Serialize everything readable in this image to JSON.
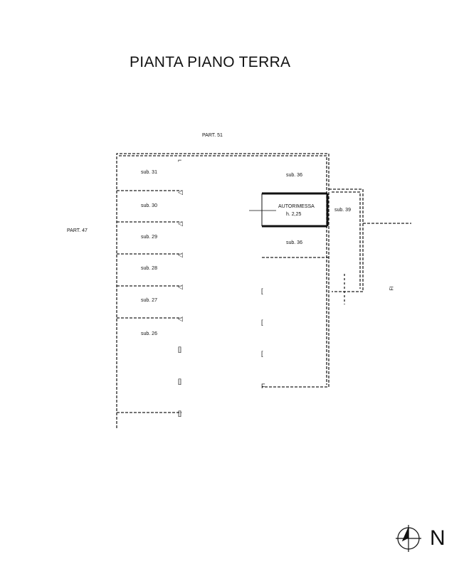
{
  "title": "PIANTA PIANO TERRA",
  "neighbors": {
    "top": "PART. 51",
    "left": "PART. 47"
  },
  "rooms_left": [
    "sub. 31",
    "sub. 30",
    "sub. 29",
    "sub. 28",
    "sub. 27",
    "sub. 26"
  ],
  "rooms_right": {
    "top": "sub. 36",
    "below_garage": "sub. 36",
    "east": "sub. 39"
  },
  "garage": {
    "label": "AUTORIMESSA",
    "height": "h. 2,25"
  },
  "side_mark": "FI",
  "north": "N"
}
